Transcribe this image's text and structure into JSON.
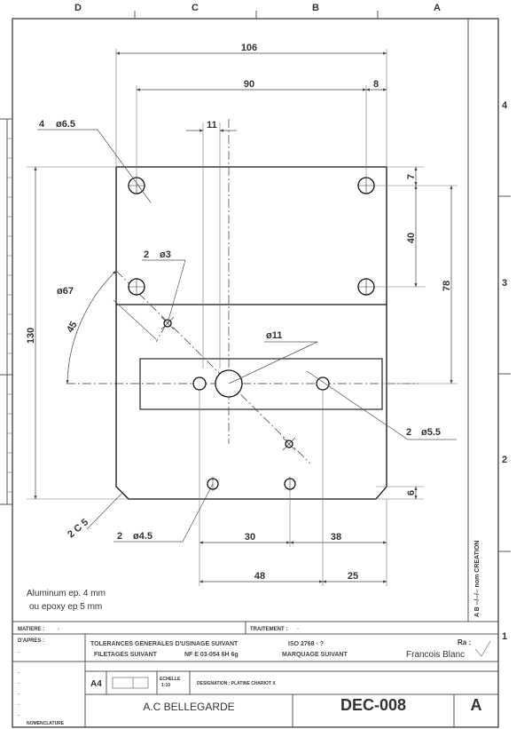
{
  "frame": {
    "col_labels": [
      "D",
      "C",
      "B",
      "A"
    ],
    "row_labels": [
      "4",
      "3",
      "2",
      "1"
    ]
  },
  "dims": {
    "d106": "106",
    "d90": "90",
    "d8": "8",
    "d11": "11",
    "d7": "7",
    "d40": "40",
    "d78": "78",
    "d130": "130",
    "d6": "6",
    "d30": "30",
    "d38": "38",
    "d48": "48",
    "d25": "25"
  },
  "callouts": {
    "holes_65_count": "4",
    "holes_65": "ø6.5",
    "holes_3_count": "2",
    "holes_3": "ø3",
    "hole_11": "ø11",
    "holes_55_count": "2",
    "holes_55": "ø5.5",
    "holes_45_count": "2",
    "holes_45": "ø4.5",
    "radius_67": "ø67",
    "angle_45": "45",
    "chamfer": "2 C 5"
  },
  "notes": {
    "material_line1": "Aluminum ep. 4 mm",
    "material_line2": "ou epoxy ep 5 mm"
  },
  "revision_strip": "A B --/--/-- nom CREATION",
  "title_block": {
    "matiere_label": "MATIERE :",
    "matiere_value": "-",
    "traitement_label": "TRAITEMENT :",
    "traitement_value": "-",
    "dapres_label": "D'APRES :",
    "dapres_value": "-",
    "tolerances": "TOLERANCES GENERALES D'USINAGE SUIVANT",
    "tolerances_std": "ISO 2768 - ?",
    "filetages": "FILETAGES SUIVANT",
    "filetages_std": "NF E 03-054 6H 6g",
    "marquage": "MARQUAGE SUIVANT",
    "ra_label": "Ra :",
    "author": "Francois Blanc",
    "format": "A4",
    "echelle_label": "ECHELLE",
    "echelle_value": "1:10",
    "designation": "DESIGNATION : PLATINE CHARIOT X",
    "company": "A.C BELLEGARDE",
    "drawing_number": "DEC-008",
    "revision": "A",
    "nomenclature": "NOMENCLATURE",
    "dash": "-"
  }
}
